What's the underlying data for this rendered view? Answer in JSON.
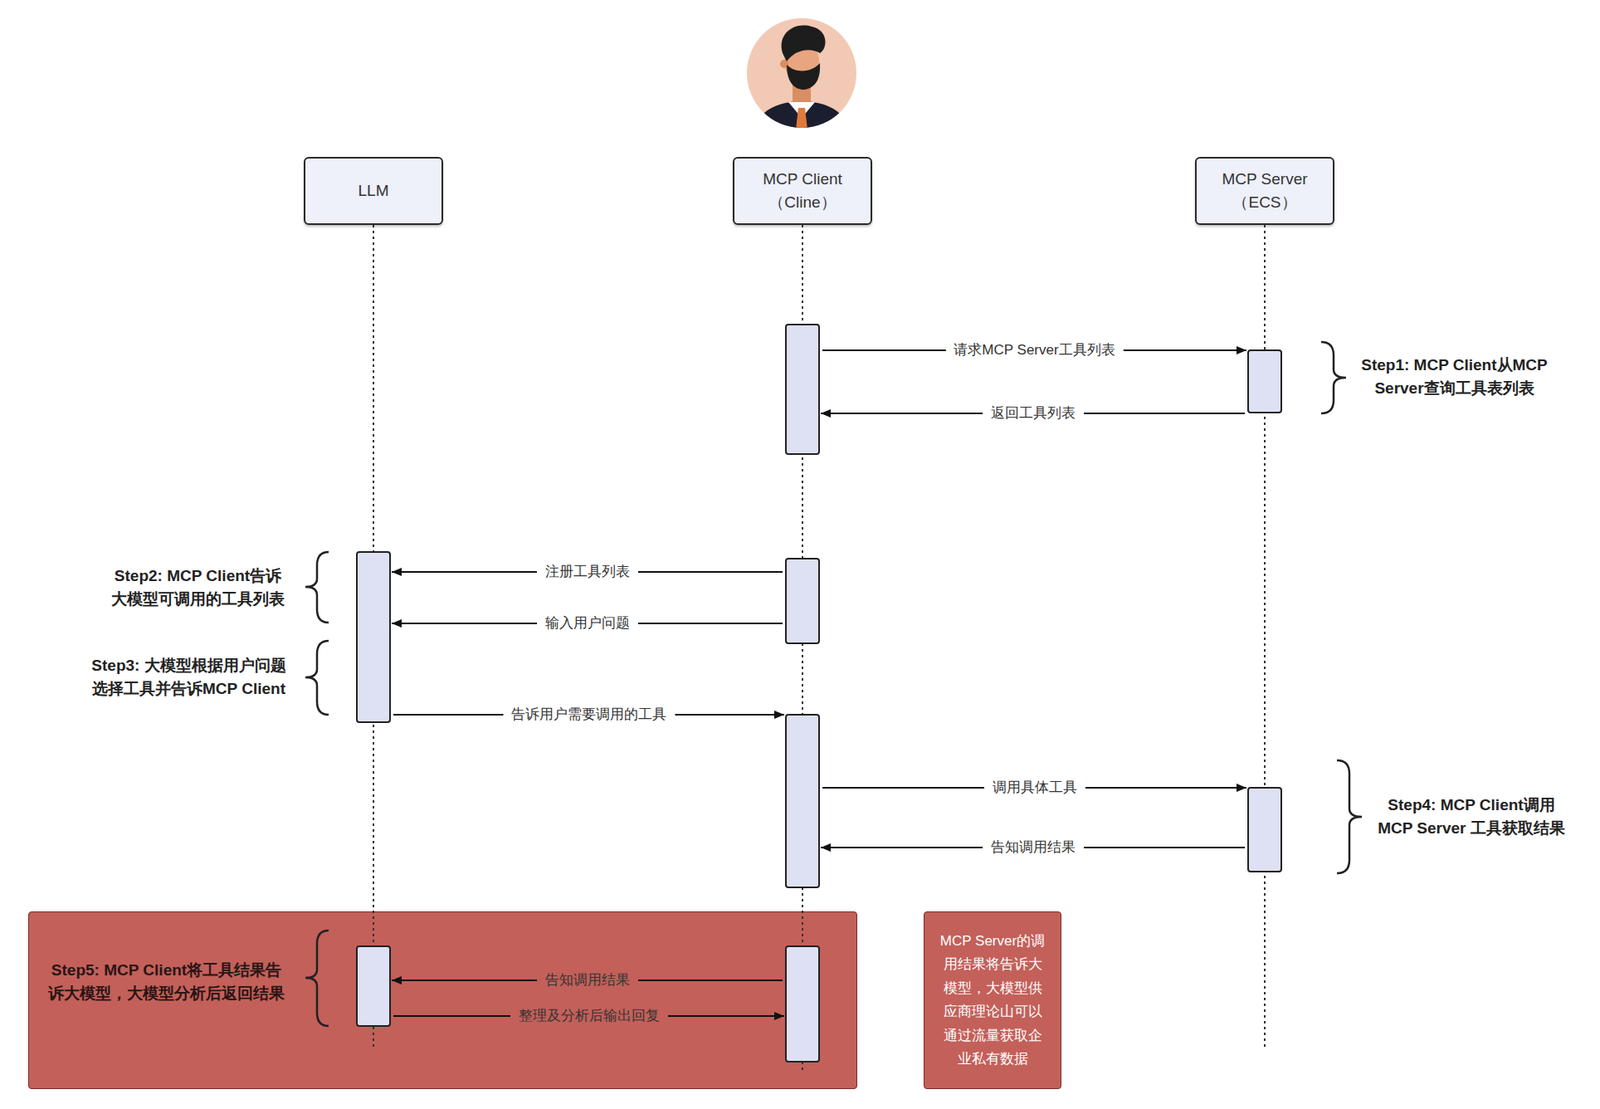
{
  "diagram": {
    "nodes": [
      {
        "text": [
          "LLM"
        ]
      },
      {
        "text": [
          "MCP Client （Cline）"
        ]
      },
      {
        "text": [
          "MCP Server （ECS）"
        ]
      },
      {
        "text": [
          "Step5: MCP Client将工具结果告 诉大模型，大模型分析后返回结果"
        ]
      },
      {
        "text": [
          "MCP Server的调 用结果将告诉大 模型，大模型供 应商理论山可以 通过流量获取企 业私有数据"
        ]
      }
    ],
    "edges": [
      {
        "from": 1,
        "to": 2,
        "label": "请求MCP Server工具列表",
        "arrow": "to"
      },
      {
        "from": 2,
        "to": 1,
        "label": "返回工具列表",
        "arrow": "to"
      },
      {
        "from": 1,
        "to": 0,
        "label": "注册工具列表",
        "arrow": "to"
      },
      {
        "from": 1,
        "to": 0,
        "label": "输入用户问题",
        "arrow": "to"
      },
      {
        "from": 0,
        "to": 1,
        "label": "告诉用户需要调用的工具",
        "arrow": "to"
      },
      {
        "from": 1,
        "to": 2,
        "label": "调用具体工具",
        "arrow": "to"
      },
      {
        "from": 2,
        "to": 1,
        "label": "告知调用结果",
        "arrow": "to"
      },
      {
        "from": 1,
        "to": 0,
        "label": "告知调用结果",
        "arrow": "to"
      },
      {
        "from": 0,
        "to": 1,
        "label": "整理及分析后输出回复",
        "arrow": "to"
      }
    ],
    "labels": [
      "Step1: MCP Client从MCP Server查询工具表列表",
      "Step2: MCP Client告诉 大模型可调用的工具列表",
      "Step3: 大模型根据用户问题 选择工具并告诉MCP Client",
      "Step4: MCP Client调用 MCP Server 工具获取结果"
    ]
  }
}
